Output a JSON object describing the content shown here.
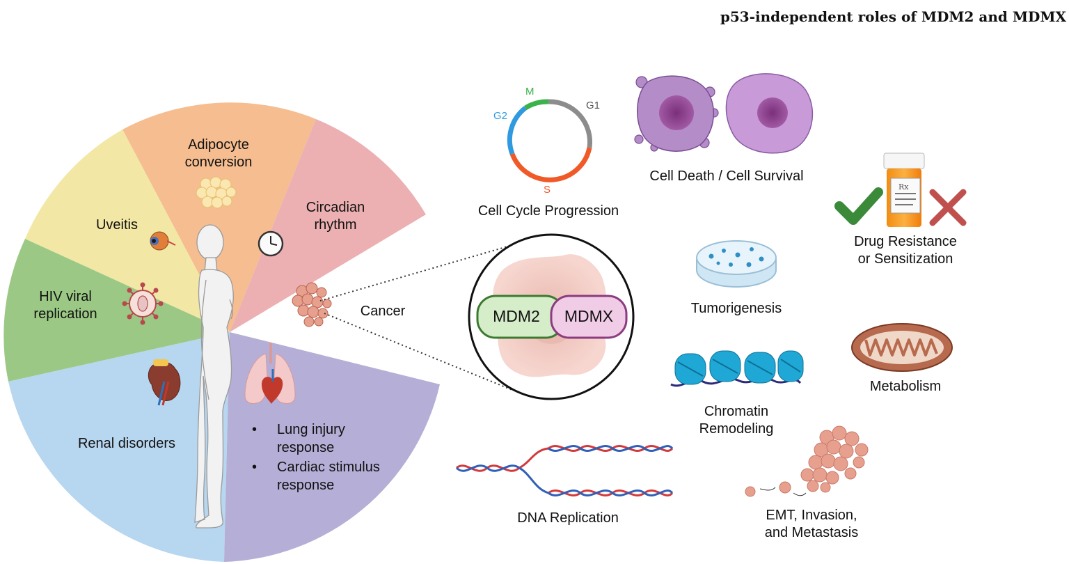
{
  "title": "p53-independent roles of MDM2 and MDMX",
  "pie": {
    "segments": {
      "adipocyte": "Adipocyte conversion",
      "adipocyte_l1": "Adipocyte",
      "adipocyte_l2": "conversion",
      "circadian_l1": "Circadian",
      "circadian_l2": "rhythm",
      "uveitis": "Uveitis",
      "hiv_l1": "HIV viral",
      "hiv_l2": "replication",
      "renal": "Renal disorders",
      "bullets": [
        "Lung injury",
        "response",
        "Cardiac stimulus",
        "response"
      ]
    },
    "colors": {
      "adipocyte": "#f5bd90",
      "circadian": "#ecb0b2",
      "uveitis": "#f3e7a5",
      "hiv": "#9bc985",
      "renal": "#b7d6ef",
      "lung_cardiac": "#b5aed6"
    }
  },
  "cancer": {
    "label": "Cancer"
  },
  "center": {
    "left_pill": "MDM2",
    "right_pill": "MDMX",
    "left_color": "#d5edc8",
    "right_color": "#f1cce6"
  },
  "cell_cycle": {
    "label": "Cell Cycle Progression",
    "phases": {
      "m": "M",
      "g1": "G1",
      "g2": "G2",
      "s": "S"
    },
    "phase_colors": {
      "m": "#3cb24a",
      "g1": "#8c8c8c",
      "g2": "#2f9ae0",
      "s": "#f05a28"
    }
  },
  "labels": {
    "cell_death": "Cell Death / Cell Survival",
    "drug_l1": "Drug Resistance",
    "drug_l2": "or Sensitization",
    "tumorigenesis": "Tumorigenesis",
    "chromatin_l1": "Chromatin",
    "chromatin_l2": "Remodeling",
    "metabolism": "Metabolism",
    "dna": "DNA Replication",
    "emt_l1": "EMT, Invasion,",
    "emt_l2": "and Metastasis"
  }
}
